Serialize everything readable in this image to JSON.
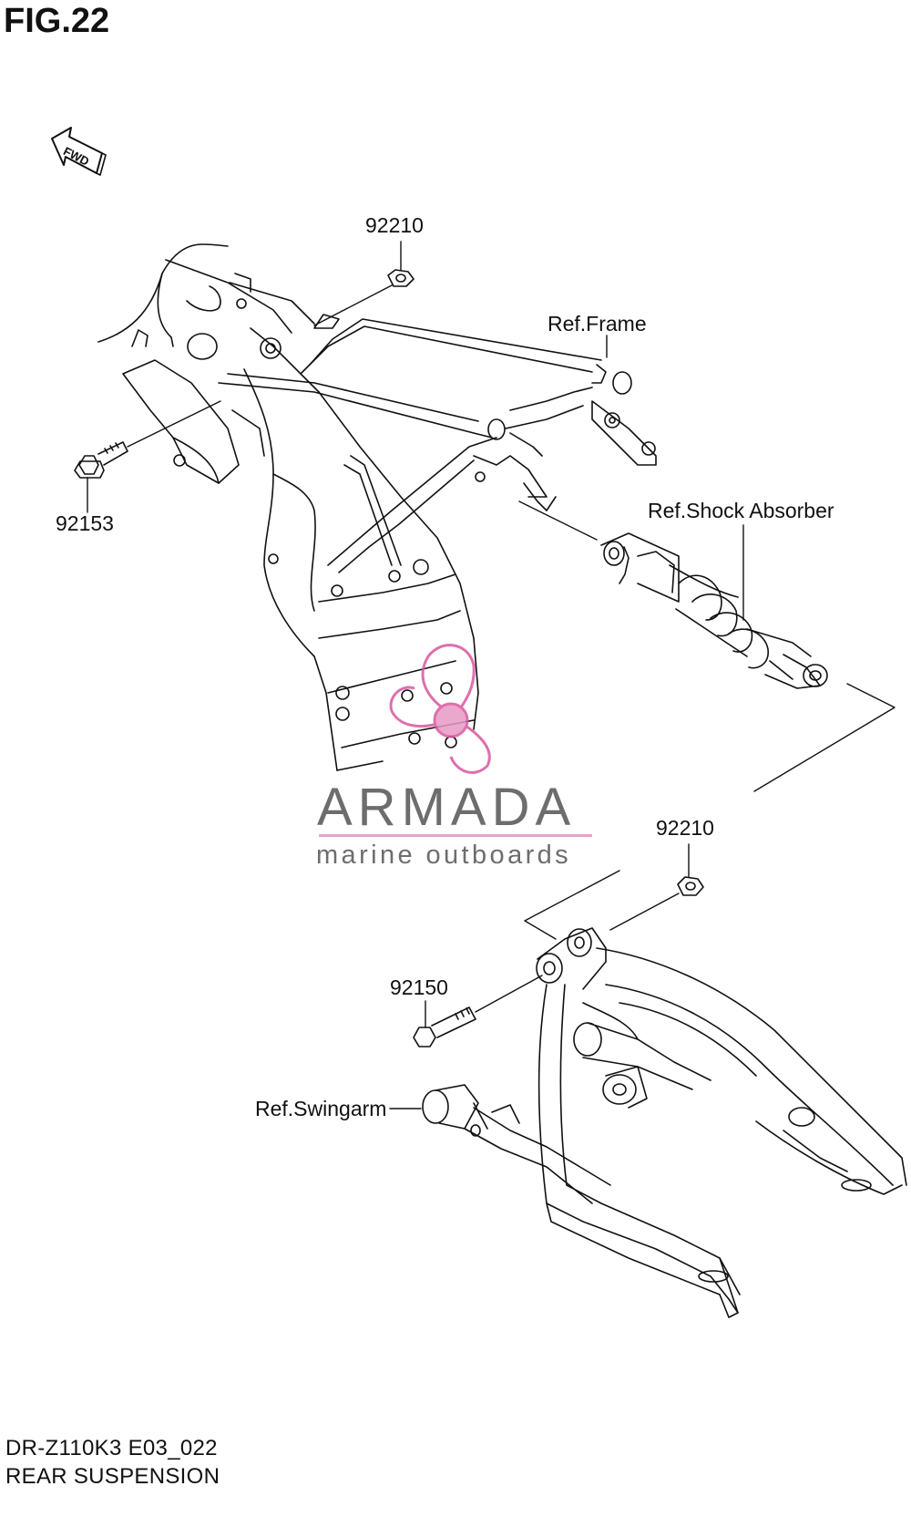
{
  "figure": {
    "title": "FIG.22",
    "fwd_label": "FWD"
  },
  "callouts": {
    "nut_top": "92210",
    "ref_frame": "Ref.Frame",
    "bolt_upper": "92153",
    "ref_shock": "Ref.Shock Absorber",
    "nut_lower": "92210",
    "bolt_lower": "92150",
    "ref_swingarm": "Ref.Swingarm"
  },
  "watermark": {
    "brand": "ARMADA",
    "tagline": "marine outboards"
  },
  "footer": {
    "code": "DR-Z110K3 E03_022",
    "section": "REAR SUSPENSION"
  },
  "colors": {
    "line": "#111111",
    "watermark_text": "#6d6d6d",
    "watermark_accent": "#d9579f"
  }
}
